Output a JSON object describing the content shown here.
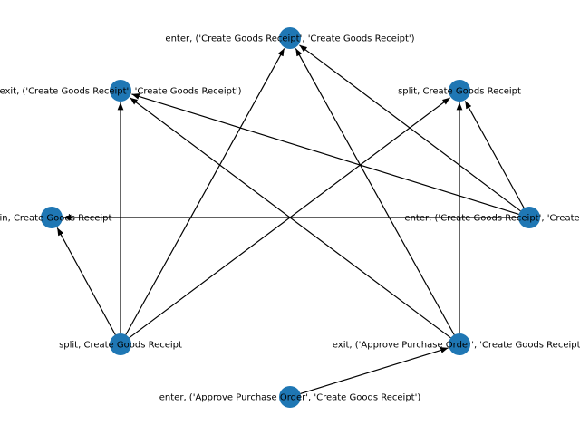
{
  "colors": {
    "node": "#1f77b4",
    "edge": "#000000",
    "label": "#000000",
    "background": "#ffffff"
  },
  "nodes": [
    {
      "id": "n_top",
      "label": "enter, ('Create Goods Receipt', 'Create Goods Receipt')"
    },
    {
      "id": "n_ul",
      "label": "exit, ('Create Goods Receipt', 'Create Goods Receipt')"
    },
    {
      "id": "n_ur",
      "label": "split, Create Goods Receipt"
    },
    {
      "id": "n_l",
      "label": "join, Create Goods Receipt"
    },
    {
      "id": "n_r",
      "label": "enter, ('Create Goods Receipt', 'Create Goods Receipt')"
    },
    {
      "id": "n_ll",
      "label": "split, Create Goods Receipt"
    },
    {
      "id": "n_lr",
      "label": "exit, ('Approve Purchase Order', 'Create Goods Receipt')"
    },
    {
      "id": "n_bot",
      "label": "enter, ('Approve Purchase Order', 'Create Goods Receipt')"
    }
  ],
  "edges": [
    {
      "from": "n_r",
      "to": "n_top"
    },
    {
      "from": "n_r",
      "to": "n_ul"
    },
    {
      "from": "n_r",
      "to": "n_ur"
    },
    {
      "from": "n_r",
      "to": "n_l"
    },
    {
      "from": "n_ll",
      "to": "n_top"
    },
    {
      "from": "n_ll",
      "to": "n_ul"
    },
    {
      "from": "n_ll",
      "to": "n_ur"
    },
    {
      "from": "n_ll",
      "to": "n_l"
    },
    {
      "from": "n_lr",
      "to": "n_top"
    },
    {
      "from": "n_lr",
      "to": "n_ul"
    },
    {
      "from": "n_lr",
      "to": "n_ur"
    },
    {
      "from": "n_bot",
      "to": "n_lr"
    }
  ]
}
